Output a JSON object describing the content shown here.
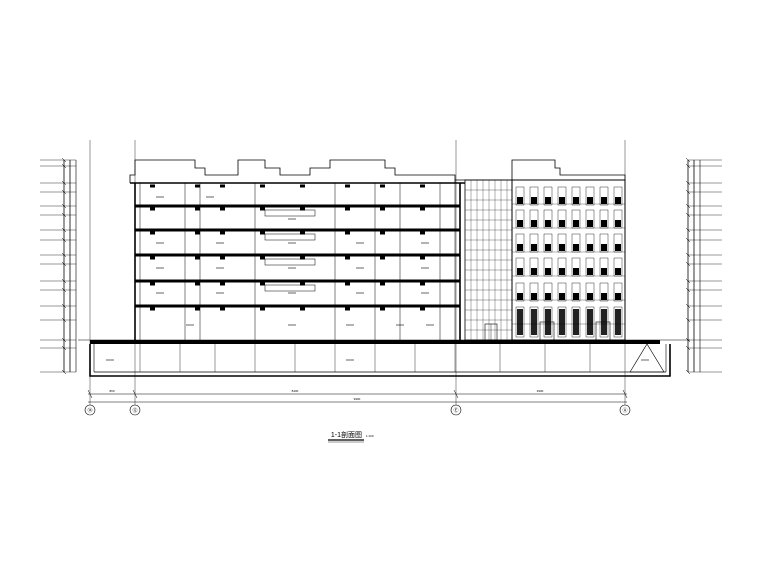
{
  "drawing": {
    "title": "1-1剖面图",
    "scale": "1:100",
    "axis_labels": [
      "⑭",
      "⑫",
      "Ⓔ",
      "Ⓐ"
    ],
    "bay_dimensions": [
      "800",
      "8400",
      "3900"
    ],
    "overall_dimension": "9900"
  }
}
